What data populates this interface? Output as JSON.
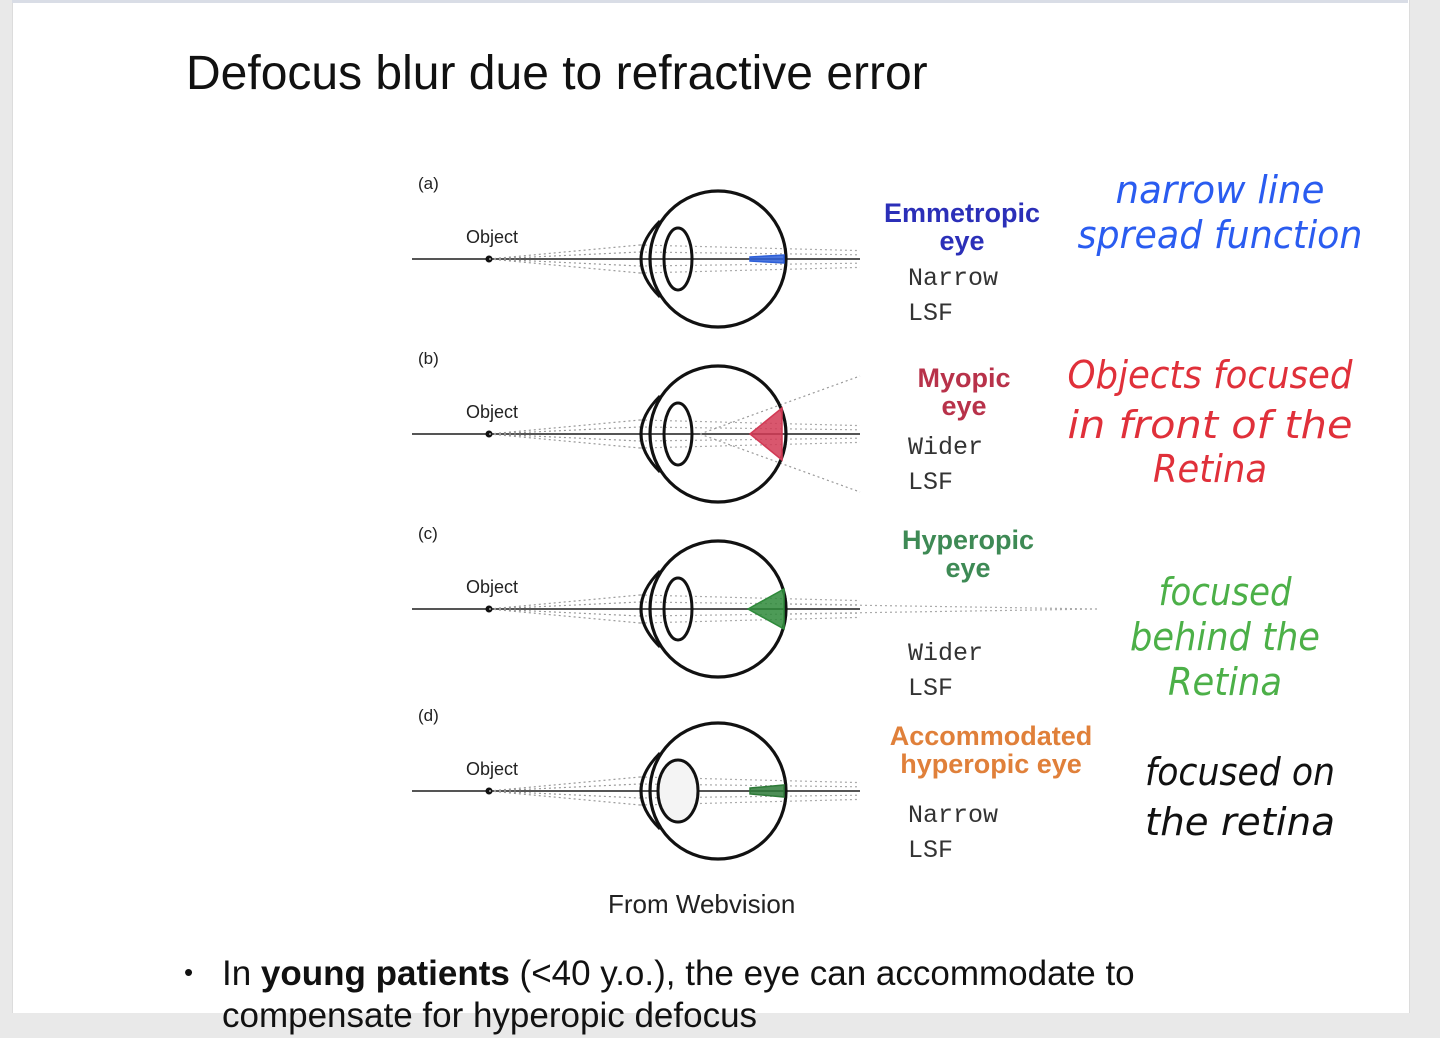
{
  "slide": {
    "title": "Defocus blur due to refractive error",
    "credit": "From Webvision",
    "bullet": {
      "prefix": "In ",
      "bold": "young patients",
      "suffix": " (<40 y.o.), the eye can accommodate to",
      "continuation": "compensate for hyperopic defocus"
    }
  },
  "figure": {
    "object_label": "Object",
    "panels": [
      {
        "letter": "(a)",
        "title_lines": [
          "Emmetropic",
          "eye"
        ],
        "title_color": "#2b2fb8",
        "lsf_lines": [
          "Narrow",
          "LSF"
        ],
        "focus_color": "#2d5fd8",
        "note_lines": [
          "narrow line",
          "spread function"
        ],
        "note_color": "#2a5cf0"
      },
      {
        "letter": "(b)",
        "title_lines": [
          "Myopic",
          "eye"
        ],
        "title_color": "#b8324a",
        "lsf_lines": [
          "Wider",
          "LSF"
        ],
        "focus_color": "#d23a55",
        "note_lines": [
          "Objects focused",
          "in front of the",
          "Retina"
        ],
        "note_color": "#e0303a"
      },
      {
        "letter": "(c)",
        "title_lines": [
          "Hyperopic",
          "eye"
        ],
        "title_color": "#3e8a55",
        "lsf_lines": [
          "Wider",
          "LSF"
        ],
        "focus_color": "#2e8a3a",
        "note_lines": [
          "focused",
          "behind the",
          "Retina"
        ],
        "note_color": "#4cb048"
      },
      {
        "letter": "(d)",
        "title_lines": [
          "Accommodated",
          "hyperopic eye"
        ],
        "title_color": "#e0803a",
        "lsf_lines": [
          "Narrow",
          "LSF"
        ],
        "focus_color": "#2e7a38",
        "note_lines": [
          "focused on",
          "the retina"
        ],
        "note_color": "#111111"
      }
    ]
  }
}
